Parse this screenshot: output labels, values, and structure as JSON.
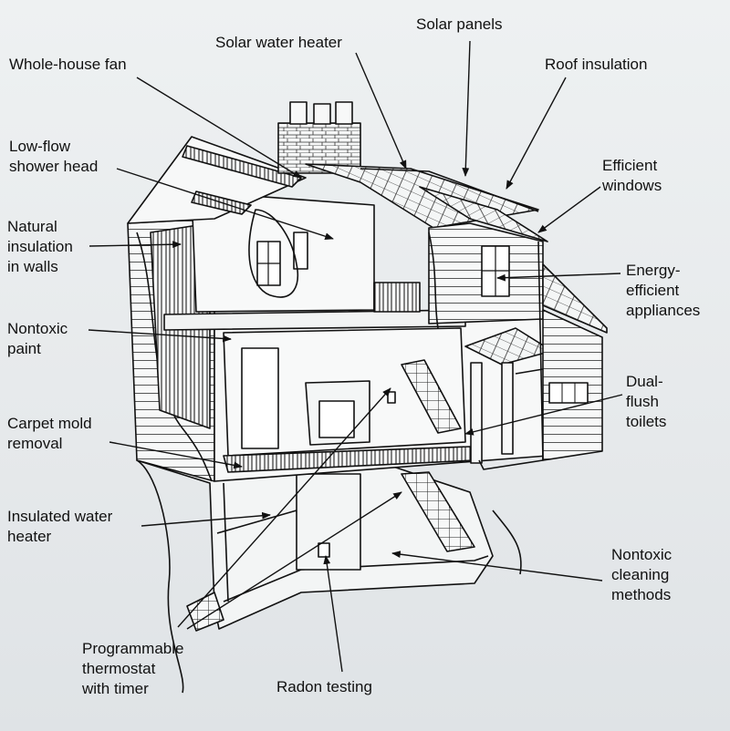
{
  "labels": {
    "whole_house_fan": "Whole-house fan",
    "solar_water_heater": "Solar water heater",
    "solar_panels": "Solar panels",
    "roof_insulation": "Roof insulation",
    "low_flow_shower_head": "Low-flow\nshower head",
    "efficient_windows": "Efficient\nwindows",
    "natural_insulation": "Natural\ninsulation\nin walls",
    "energy_efficient_appliances": "Energy-\nefficient\nappliances",
    "nontoxic_paint": "Nontoxic\npaint",
    "dual_flush_toilets": "Dual-\nflush\ntoilets",
    "carpet_mold_removal": "Carpet mold\nremoval",
    "insulated_water_heater": "Insulated water\nheater",
    "nontoxic_cleaning_methods": "Nontoxic\ncleaning\nmethods",
    "programmable_thermostat": "Programmable\nthermostat\nwith timer",
    "radon_testing": "Radon testing"
  },
  "colors": {
    "ink": "#111111",
    "paper": "#e9ecee"
  }
}
